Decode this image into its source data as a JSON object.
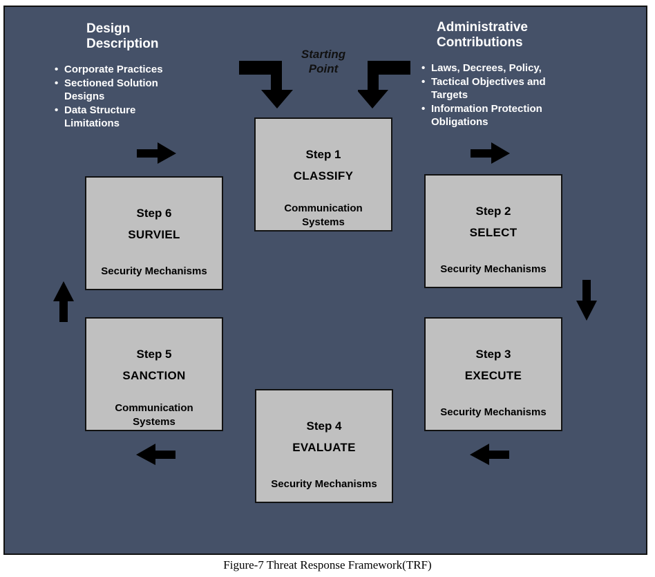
{
  "left_heading": [
    "Design",
    "Description"
  ],
  "left_bullets": [
    "Corporate Practices",
    "Sectioned Solution",
    "Designs",
    "Data Structure",
    "Limitations"
  ],
  "right_heading": [
    "Administrative",
    "Contributions"
  ],
  "right_bullets": [
    "Laws, Decrees, Policy,",
    "Tactical Objectives and",
    "Targets",
    "Information Protection",
    "Obligations"
  ],
  "starting_point": [
    "Starting",
    "Point"
  ],
  "steps": [
    {
      "num": "Step 1",
      "name": "CLASSIFY",
      "desc": [
        "Communication",
        "Systems"
      ]
    },
    {
      "num": "Step 2",
      "name": "SELECT",
      "desc": [
        "Security Mechanisms"
      ]
    },
    {
      "num": "Step 3",
      "name": "EXECUTE",
      "desc": [
        "Security Mechanisms"
      ]
    },
    {
      "num": "Step 4",
      "name": "EVALUATE",
      "desc": [
        "Security Mechanisms"
      ]
    },
    {
      "num": "Step 5",
      "name": "SANCTION",
      "desc": [
        "Communication",
        "Systems"
      ]
    },
    {
      "num": "Step 6",
      "name": "SURVIEL",
      "desc": [
        "Security Mechanisms"
      ]
    }
  ],
  "caption": "Figure-7 Threat Response Framework(TRF)",
  "colors": {
    "panel": "#455168",
    "box": "#c0c0c0",
    "arrow": "#000000",
    "heading_text": "#ffffff"
  }
}
